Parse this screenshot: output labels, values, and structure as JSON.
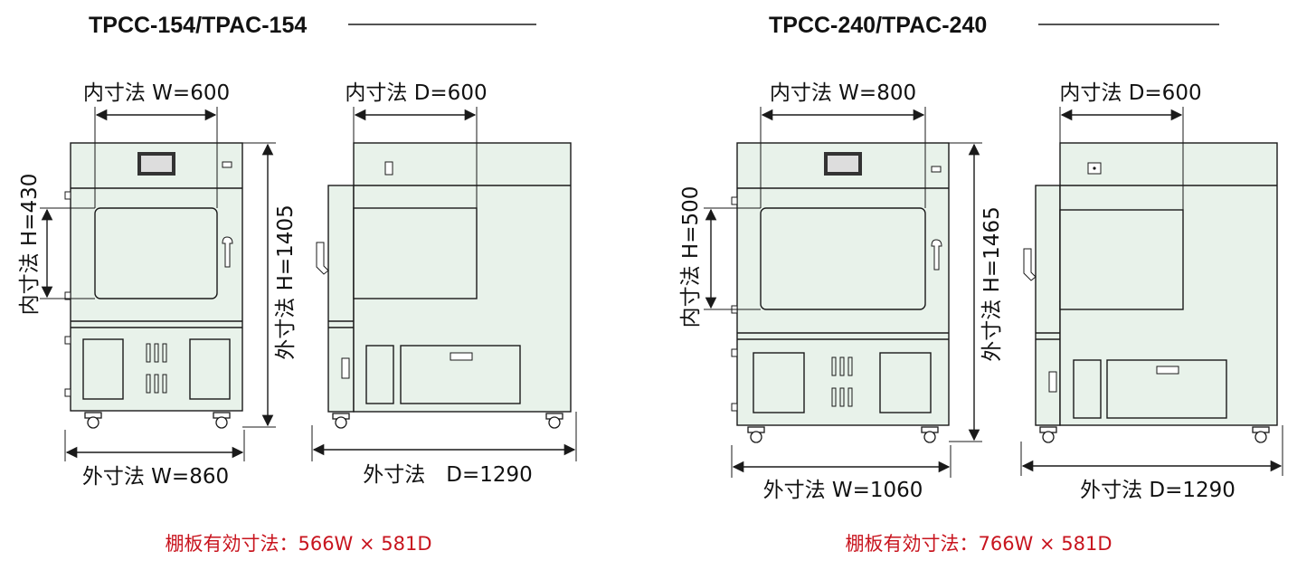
{
  "colors": {
    "body_fill": "#e8f2ea",
    "outline": "#1a1a1a",
    "note_red": "#c8141e"
  },
  "models": [
    {
      "title": "TPCC-154/TPAC-154",
      "inner_w": "内寸法 W=600",
      "inner_h": "内寸法 H=430",
      "inner_d": "内寸法 D=600",
      "outer_w": "外寸法 W=860",
      "outer_h": "外寸法 H=1405",
      "outer_d": "外寸法　D=1290",
      "shelf": "棚板有効寸法：566W × 581D"
    },
    {
      "title": "TPCC-240/TPAC-240",
      "inner_w": "内寸法 W=800",
      "inner_h": "内寸法 H=500",
      "inner_d": "内寸法 D=600",
      "outer_w": "外寸法 W=1060",
      "outer_h": "外寸法 H=1465",
      "outer_d": "外寸法 D=1290",
      "shelf": "棚板有効寸法：766W × 581D"
    }
  ]
}
